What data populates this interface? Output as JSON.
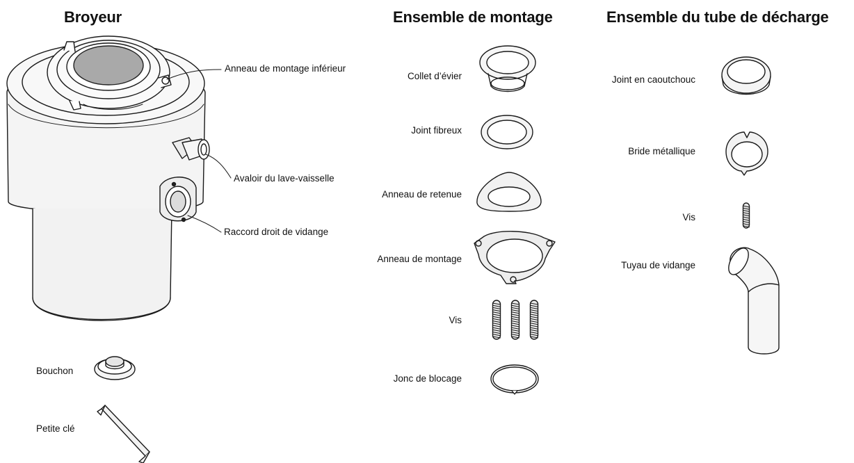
{
  "sections": {
    "broyeur": "Broyeur",
    "montage": "Ensemble de montage",
    "decharge": "Ensemble du tube de décharge"
  },
  "broyeur_labels": {
    "lower_mount_ring": "Anneau de montage inférieur",
    "dishwasher_inlet": "Avaloir du lave-vaisselle",
    "discharge_fitting": "Raccord droit de vidange",
    "stopper": "Bouchon",
    "wrench": "Petite clé"
  },
  "montage_labels": {
    "sink_flange": "Collet d’évier",
    "fiber_gasket": "Joint fibreux",
    "backup_ring": "Anneau de retenue",
    "mounting_ring": "Anneau de montage",
    "screws": "Vis",
    "snap_ring": "Jonc de blocage"
  },
  "decharge_labels": {
    "rubber_gasket": "Joint en caoutchouc",
    "metal_flange": "Bride métallique",
    "screw": "Vis",
    "drain_pipe": "Tuyau de vidange"
  }
}
